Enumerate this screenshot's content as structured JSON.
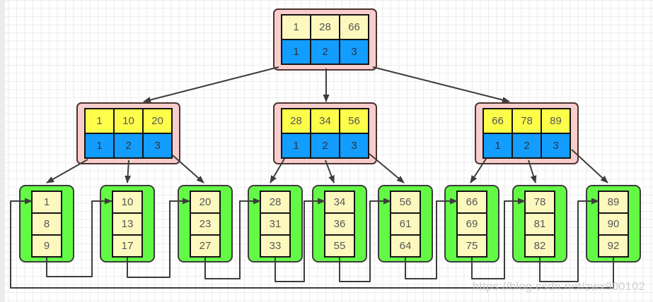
{
  "root": {
    "keys": [
      "1",
      "28",
      "66"
    ],
    "pointers": [
      "1",
      "2",
      "3"
    ]
  },
  "internal_nodes": [
    {
      "keys": [
        "1",
        "10",
        "20"
      ],
      "pointers": [
        "1",
        "2",
        "3"
      ]
    },
    {
      "keys": [
        "28",
        "34",
        "56"
      ],
      "pointers": [
        "1",
        "2",
        "3"
      ]
    },
    {
      "keys": [
        "66",
        "78",
        "89"
      ],
      "pointers": [
        "1",
        "2",
        "3"
      ]
    }
  ],
  "leaf_nodes": [
    {
      "values": [
        "1",
        "8",
        "9"
      ]
    },
    {
      "values": [
        "10",
        "13",
        "17"
      ]
    },
    {
      "values": [
        "20",
        "23",
        "27"
      ]
    },
    {
      "values": [
        "28",
        "31",
        "33"
      ]
    },
    {
      "values": [
        "34",
        "36",
        "55"
      ]
    },
    {
      "values": [
        "56",
        "61",
        "64"
      ]
    },
    {
      "values": [
        "66",
        "69",
        "75"
      ]
    },
    {
      "values": [
        "78",
        "81",
        "82"
      ]
    },
    {
      "values": [
        "89",
        "90",
        "92"
      ]
    }
  ],
  "watermark": {
    "text": "https://blog.csdn.net/zwx900102"
  },
  "colors": {
    "pink": "#f8cecc",
    "pink_border": "#4d3230",
    "yellow_pale": "#fdf9be",
    "yellow_bright": "#fdfd4a",
    "blue": "#129dff",
    "green": "#63fa45",
    "line": "#3d3d3d"
  }
}
